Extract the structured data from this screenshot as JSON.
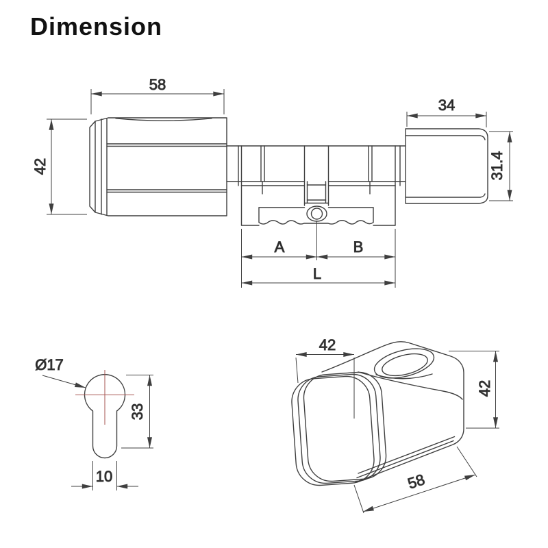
{
  "title": "Dimension",
  "colors": {
    "line": "#3f3f3f",
    "dimension": "#3a3a3a",
    "centerline": "#a5534f",
    "text": "#222222",
    "background": "#ffffff"
  },
  "side_view": {
    "description": "lock cylinder side elevation",
    "front_knob_width": "58",
    "front_knob_height": "42",
    "rear_knob_width": "34",
    "rear_knob_height": "31.4",
    "a_label": "A",
    "b_label": "B",
    "length_label": "L"
  },
  "profile_view": {
    "description": "euro profile cross-section",
    "diameter_label": "Ø17",
    "height_label": "33",
    "stem_width_label": "10"
  },
  "iso_view": {
    "description": "knob 3d view",
    "width_label": "42",
    "height_label": "42",
    "length_label": "58"
  }
}
